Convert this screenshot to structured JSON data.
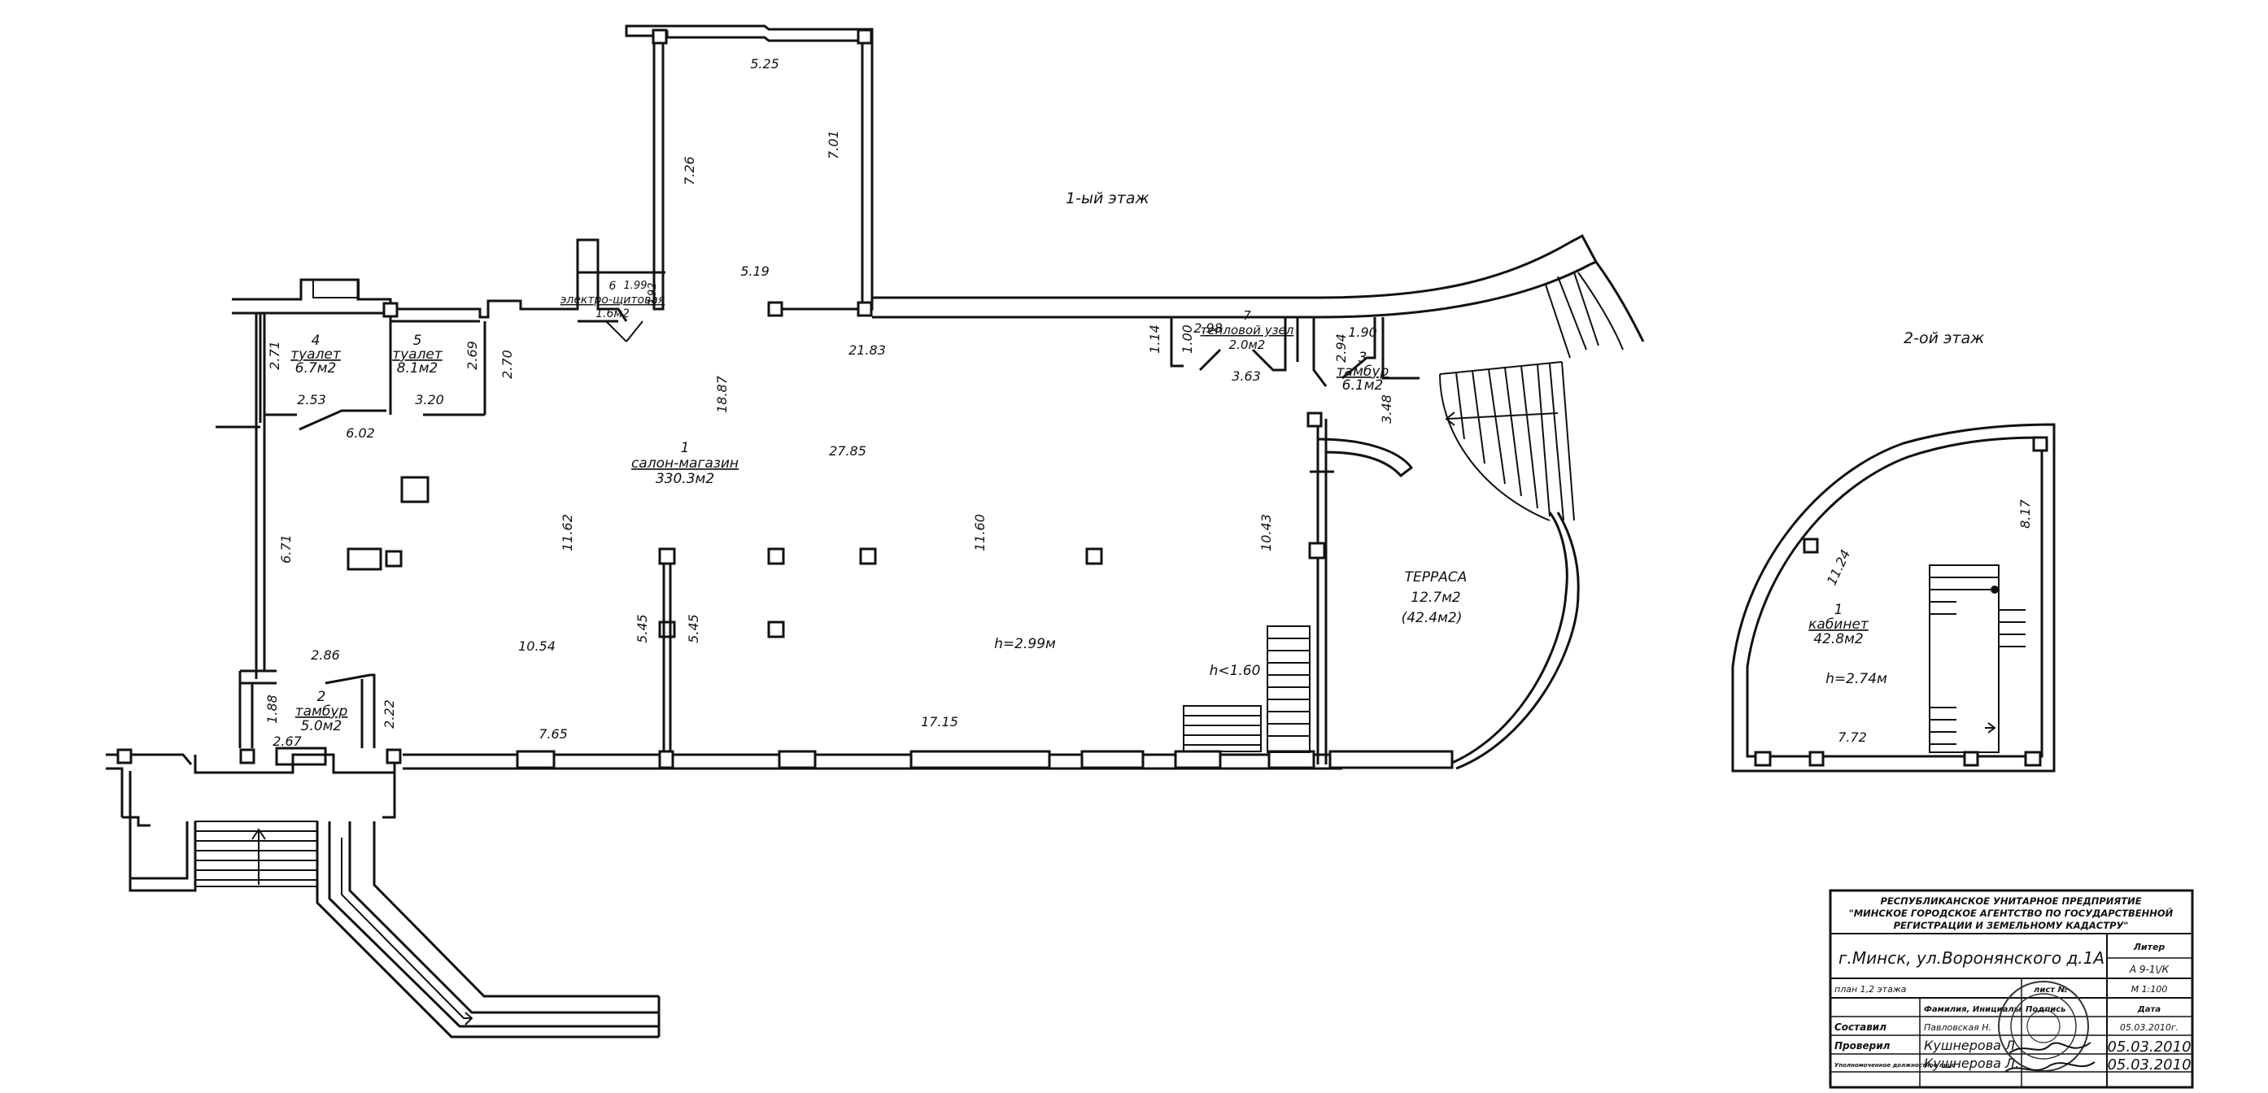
{
  "plan": {
    "floor1_label": "1-ый этаж",
    "floor2_label": "2-ой этаж",
    "rooms": [
      {
        "num": "1",
        "name": "салон-магазин",
        "area": "330.3м2"
      },
      {
        "num": "2",
        "name": "тамбур",
        "area": "5.0м2"
      },
      {
        "num": "3",
        "name": "тамбур",
        "area": "6.1м2"
      },
      {
        "num": "4",
        "name": "туалет",
        "area": "6.7м2"
      },
      {
        "num": "5",
        "name": "туалет",
        "area": "8.1м2"
      },
      {
        "num": "6",
        "name": "электро-щитовая",
        "area": "1.6м2"
      },
      {
        "num": "7",
        "name": "тепловой узел",
        "area": "2.0м2"
      },
      {
        "num": "1",
        "name": "кабинет",
        "area": "42.8м2"
      }
    ],
    "terrace": {
      "name": "ТЕРРАСА",
      "area": "12.7м2",
      "area2": "(42.4м2)"
    },
    "heights": {
      "h1": "h=2.99м",
      "h_stair": "h<1.60",
      "h2": "h=2.74м"
    },
    "dims": {
      "d525": "5.25",
      "d726": "7.26",
      "d701": "7.01",
      "d519": "5.19",
      "d2183": "21.83",
      "d1887": "18.87",
      "d2785": "27.85",
      "d1162": "11.62",
      "d1160": "11.60",
      "d1043": "10.43",
      "d1054": "10.54",
      "d545a": "5.45",
      "d545b": "5.45",
      "d765": "7.65",
      "d1715": "17.15",
      "d671": "6.71",
      "d286": "2.86",
      "d188": "1.88",
      "d222": "2.22",
      "d267": "2.67",
      "d271": "2.71",
      "d253": "2.53",
      "d602": "6.02",
      "d269": "2.69",
      "d320": "3.20",
      "d270": "2.70",
      "d199": "1.99",
      "d092": "0.92",
      "d114": "1.14",
      "d100": "1.00",
      "d298": "2.98",
      "d363": "3.63",
      "d294": "2.94",
      "d190": "1.90",
      "d348": "3.48",
      "d817": "8.17",
      "d1124": "11.24",
      "d772": "7.72"
    }
  },
  "title_block": {
    "org_line1": "РЕСПУБЛИКАНСКОЕ УНИТАРНОЕ ПРЕДПРИЯТИЕ",
    "org_line2": "\"МИНСКОЕ ГОРОДСКОЕ АГЕНТСТВО ПО ГОСУДАРСТВЕННОЙ",
    "org_line3": "РЕГИСТРАЦИИ И ЗЕМЕЛЬНОМУ КАДАСТРУ\"",
    "litera_label": "Литер",
    "address": "г.Минск, ул.Воронянского д.1А",
    "litera_value": "А 9-1\\/К",
    "plan_label": "план 1,2 этажа",
    "list_label": "лист №",
    "scale": "М 1:100",
    "col_name": "Фамилия, Инициалы",
    "col_sign": "Подпись",
    "col_date": "Дата",
    "row1_role": "Составил",
    "row1_name": "Павловская Н.",
    "row1_date": "05.03.2010г.",
    "row2_role": "Проверил",
    "row2_name": "Кушнерова Л.",
    "row2_date": "05.03.2010",
    "row3_role": "Уполномоченное должностное лицо",
    "row3_name": "Кушнерова Л.",
    "row3_date": "05.03.2010"
  }
}
